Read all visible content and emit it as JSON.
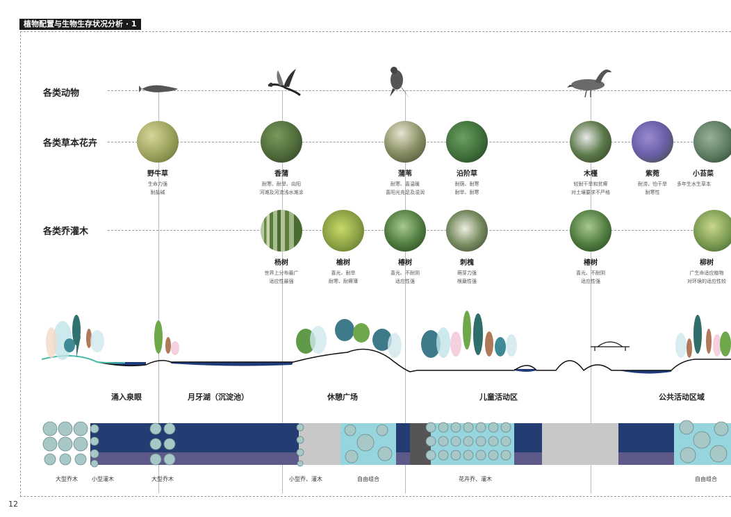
{
  "title": "植物配置与生物生存状况分析 · 1",
  "page_number": "12",
  "rows": {
    "animals": "各类动物",
    "herbs": "各类草本花卉",
    "trees": "各类乔灌木"
  },
  "herbs": [
    {
      "name": "野牛草",
      "desc1": "生命力强",
      "desc2": "耐盐碱",
      "color": "#9aa05a"
    },
    {
      "name": "香蒲",
      "desc1": "耐寒、耐旱、向阳",
      "desc2": "河滩及河流浅水滩涂",
      "color": "#4f6a3a"
    },
    {
      "name": "蒲苇",
      "desc1": "耐寒、喜温暖",
      "desc2": "喜阳光充足及湿润",
      "color": "#7e8a5a"
    },
    {
      "name": "沿阶草",
      "desc1": "耐荫、耐寒",
      "desc2": "耐旱、耐寒",
      "color": "#3f6e3a"
    },
    {
      "name": "木槿",
      "desc1": "较耐干旱和贫瘠",
      "desc2": "对土壤要求不严格",
      "color": "#5c7a4a"
    },
    {
      "name": "紫菀",
      "desc1": "耐涝、怕干旱",
      "desc2": "耐寒性",
      "color": "#6a60a8"
    },
    {
      "name": "小苔菜",
      "desc1": "多年生水生草本",
      "desc2": "",
      "color": "#5a7a5e"
    }
  ],
  "trees": [
    {
      "name": "杨树",
      "desc1": "世界上分布最广",
      "desc2": "适应性最强",
      "color": "#7a9a6a"
    },
    {
      "name": "榆树",
      "desc1": "喜光、耐旱",
      "desc2": "耐寒、耐瘠薄",
      "color": "#8aa044"
    },
    {
      "name": "椿树",
      "desc1": "喜光、不耐阴",
      "desc2": "适应性强",
      "color": "#4e7a3e"
    },
    {
      "name": "刺槐",
      "desc1": "萌芽力强",
      "desc2": "根蘖性强",
      "color": "#7a8e64"
    },
    {
      "name": "椿树",
      "desc1": "喜光、不耐阴",
      "desc2": "适应性强",
      "color": "#4e7a3e"
    },
    {
      "name": "柳树",
      "desc1": "广生命适应植物",
      "desc2": "对环境的适应性较",
      "color": "#7a9a52"
    }
  ],
  "zones": {
    "z1": "涌入泉眼",
    "z2": "月牙湖（沉淀池）",
    "z3": "休憩广场",
    "z4": "儿童活动区",
    "z5": "公共活动区域"
  },
  "band_labels": {
    "b1": "大型乔木",
    "b2": "小型灌木",
    "b3": "大型乔木",
    "b4": "小型乔、灌木",
    "b5": "自由组合",
    "b6": "花卉乔、灌木",
    "b7": "自由组合"
  },
  "colors": {
    "water": "#1f3a7a",
    "navy": "#233d73",
    "purple": "#5d5a8a",
    "gray": "#c8c8c8",
    "cyan": "#7ccbd6"
  }
}
